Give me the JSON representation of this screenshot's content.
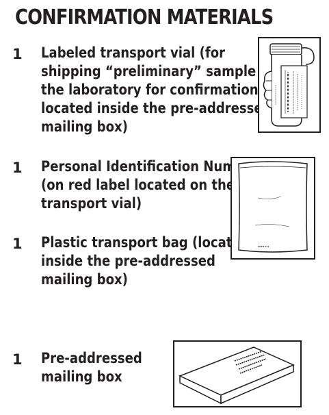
{
  "title": "CONFIRMATION MATERIALS",
  "items": [
    {
      "quantity": "1",
      "text": "Labeled transport vial (for\nshipping “preliminary” sample to\nthe laboratory for confirmation,\nlocated inside the pre-addressed\nmailing box)",
      "illustration": "transport-vial-illustration"
    },
    {
      "quantity": "1",
      "text": "Personal Identification Number\n(on red label located on the\ntransport vial)",
      "illustration": "transport-bag-illustration"
    },
    {
      "quantity": "1",
      "text": "Plastic transport bag (located\ninside the pre-addressed\nmailing box)",
      "illustration": ""
    },
    {
      "quantity": "1",
      "text": "Pre-addressed\nmailing box",
      "illustration": "mailing-box-illustration"
    }
  ]
}
